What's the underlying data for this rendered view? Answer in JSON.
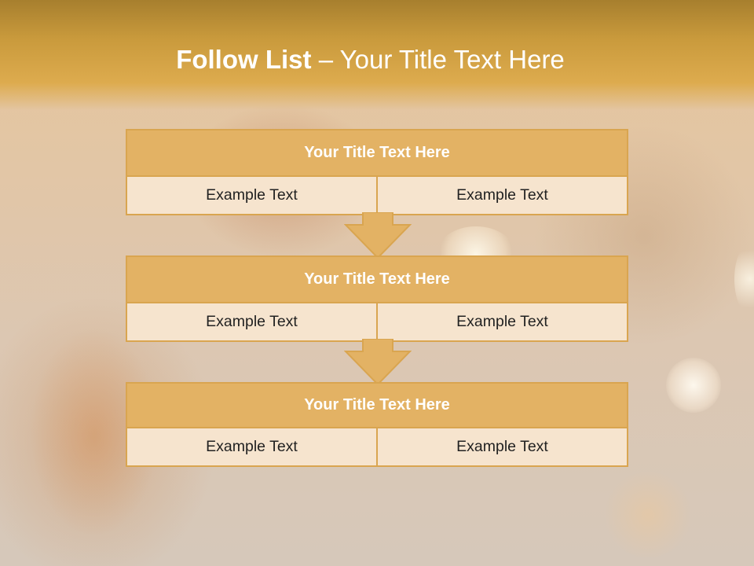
{
  "slide": {
    "title_bold": "Follow List",
    "title_rest": " – Your Title Text Here"
  },
  "blocks": [
    {
      "title": "Your Title Text Here",
      "left": "Example Text",
      "right": "Example Text"
    },
    {
      "title": "Your Title Text Here",
      "left": "Example Text",
      "right": "Example Text"
    },
    {
      "title": "Your Title Text Here",
      "left": "Example Text",
      "right": "Example Text"
    }
  ],
  "colors": {
    "header": "#c99a3c",
    "accent": "#e3b264",
    "border": "#d9a550",
    "cell": "#f3e2cb"
  }
}
